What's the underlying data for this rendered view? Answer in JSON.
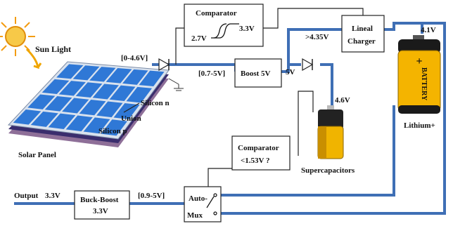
{
  "colors": {
    "wire": "#3f6fb5",
    "panel_cell": "#2f78d6",
    "panel_frame": "#d9e2ee",
    "silicon_n": "#3a2d6d",
    "silicon_p": "#8e6f98",
    "supercap_top": "#222222",
    "supercap_body": "#f0b400",
    "battery_body": "#f4b400",
    "battery_top": "#1a1a1a",
    "sun": "#f39c12"
  },
  "icons": [
    "sun-icon",
    "solar-panel-icon",
    "diode-icon",
    "supercapacitor-icon",
    "battery-icon",
    "switch-icon",
    "ground-icon"
  ],
  "labels": {
    "sun_light": "Sun Light",
    "solar_panel": "Solar Panel",
    "silicon_n": "Silicon n",
    "union": "Union",
    "silicon_p": "Silicon p",
    "range_panel": "[0-4.6V]",
    "range_boost_in": "[0.7-5V]",
    "boost": "Boost 5V",
    "boost_out": "5V",
    "comparator_top_title": "Comparator",
    "comparator_top_low": "2.7V",
    "comparator_top_high": "3.3V",
    "lineal_charger_line1": "Lineal",
    "lineal_charger_line2": "Charger",
    "threshold_charger": ">4.35V",
    "battery_voltage": "4.1V",
    "battery_text": "BATTERY",
    "battery_plus": "+",
    "battery_label": "Lithium+",
    "supercap_voltage": "4.6V",
    "supercap_label": "Supercapacitors",
    "comparator_bottom_title": "Comparator",
    "comparator_bottom_cond": "<1.53V ?",
    "output_label": "Output",
    "output_voltage": "3.3V",
    "buck_boost_line1": "Buck-Boost",
    "buck_boost_line2": "3.3V",
    "range_buck_in": "[0.9-5V]",
    "automux_line1": "Auto-",
    "automux_line2": "Mux"
  }
}
